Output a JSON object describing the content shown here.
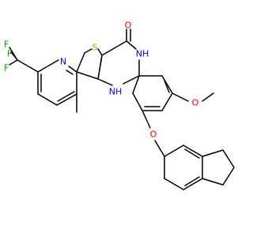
{
  "molecule": {
    "atoms": [
      {
        "id": "O_carbonyl",
        "label": "O",
        "color": "#ff0000"
      },
      {
        "id": "S_ring",
        "label": "S",
        "color": "#c8a000"
      },
      {
        "id": "N_pyridine",
        "label": "N",
        "color": "#0000ff"
      },
      {
        "id": "N_amide",
        "label": "N",
        "sub": "H",
        "color": "#0000ff"
      },
      {
        "id": "N_amine",
        "label": "N",
        "sub": "H",
        "color": "#0000ff"
      },
      {
        "id": "F_1",
        "label": "F",
        "color": "#00aa00"
      },
      {
        "id": "F_2",
        "label": "F",
        "color": "#00aa00"
      },
      {
        "id": "F_3",
        "label": "F",
        "color": "#00aa00"
      },
      {
        "id": "O_methoxy",
        "label": "O",
        "color": "#ff0000"
      },
      {
        "id": "O_ether",
        "label": "O",
        "color": "#ff0000"
      }
    ]
  }
}
